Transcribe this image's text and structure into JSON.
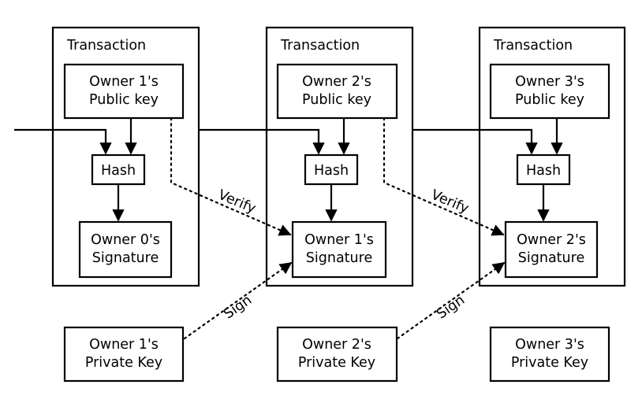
{
  "blocks": [
    {
      "title": "Transaction",
      "public_key": [
        "Owner 1's",
        "Public key"
      ],
      "hash": "Hash",
      "signature": [
        "Owner 0's",
        "Signature"
      ]
    },
    {
      "title": "Transaction",
      "public_key": [
        "Owner 2's",
        "Public key"
      ],
      "hash": "Hash",
      "signature": [
        "Owner 1's",
        "Signature"
      ]
    },
    {
      "title": "Transaction",
      "public_key": [
        "Owner 3's",
        "Public key"
      ],
      "hash": "Hash",
      "signature": [
        "Owner 2's",
        "Signature"
      ]
    }
  ],
  "private_keys": [
    [
      "Owner 1's",
      "Private Key"
    ],
    [
      "Owner 2's",
      "Private Key"
    ],
    [
      "Owner 3's",
      "Private Key"
    ]
  ],
  "labels": {
    "verify": "Verify",
    "sign": "Sign"
  }
}
